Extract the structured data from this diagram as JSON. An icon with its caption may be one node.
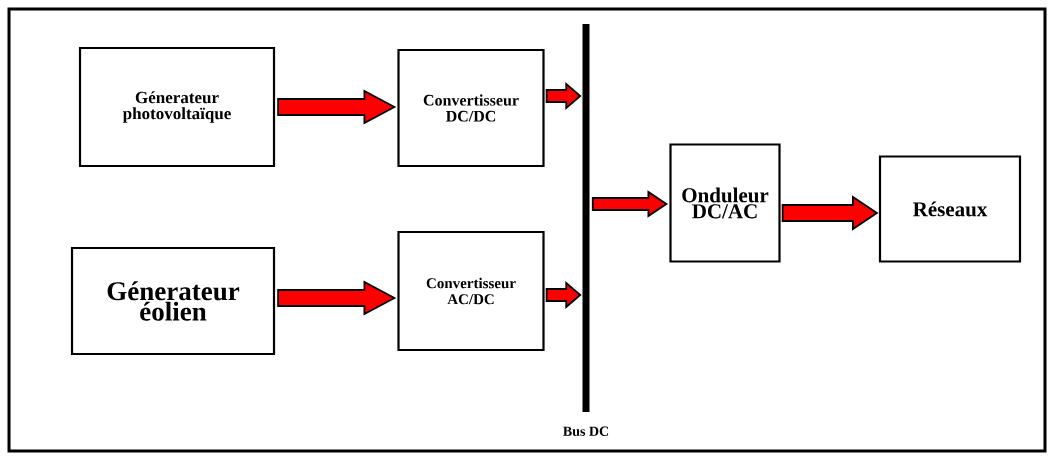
{
  "diagram": {
    "nodes": [
      {
        "text": [
          "Génerateur photovoltaïque"
        ]
      },
      {
        "text": [
          "Convertisseur DC/DC"
        ]
      },
      {
        "text": [
          "Génerateur éolien"
        ]
      },
      {
        "text": [
          "Convertisseur AC/DC"
        ]
      },
      {
        "text": [
          "Bus DC"
        ]
      },
      {
        "text": [
          "Onduleur DC/AC"
        ]
      },
      {
        "text": [
          "Réseaux"
        ]
      }
    ],
    "edges": [
      {
        "from": 0,
        "to": 1,
        "arrow": "to"
      },
      {
        "from": 1,
        "to": 4,
        "arrow": "to"
      },
      {
        "from": 2,
        "to": 3,
        "arrow": "to"
      },
      {
        "from": 3,
        "to": 4,
        "arrow": "to"
      },
      {
        "from": 4,
        "to": 5,
        "arrow": "to"
      },
      {
        "from": 5,
        "to": 6,
        "arrow": "to"
      }
    ]
  }
}
